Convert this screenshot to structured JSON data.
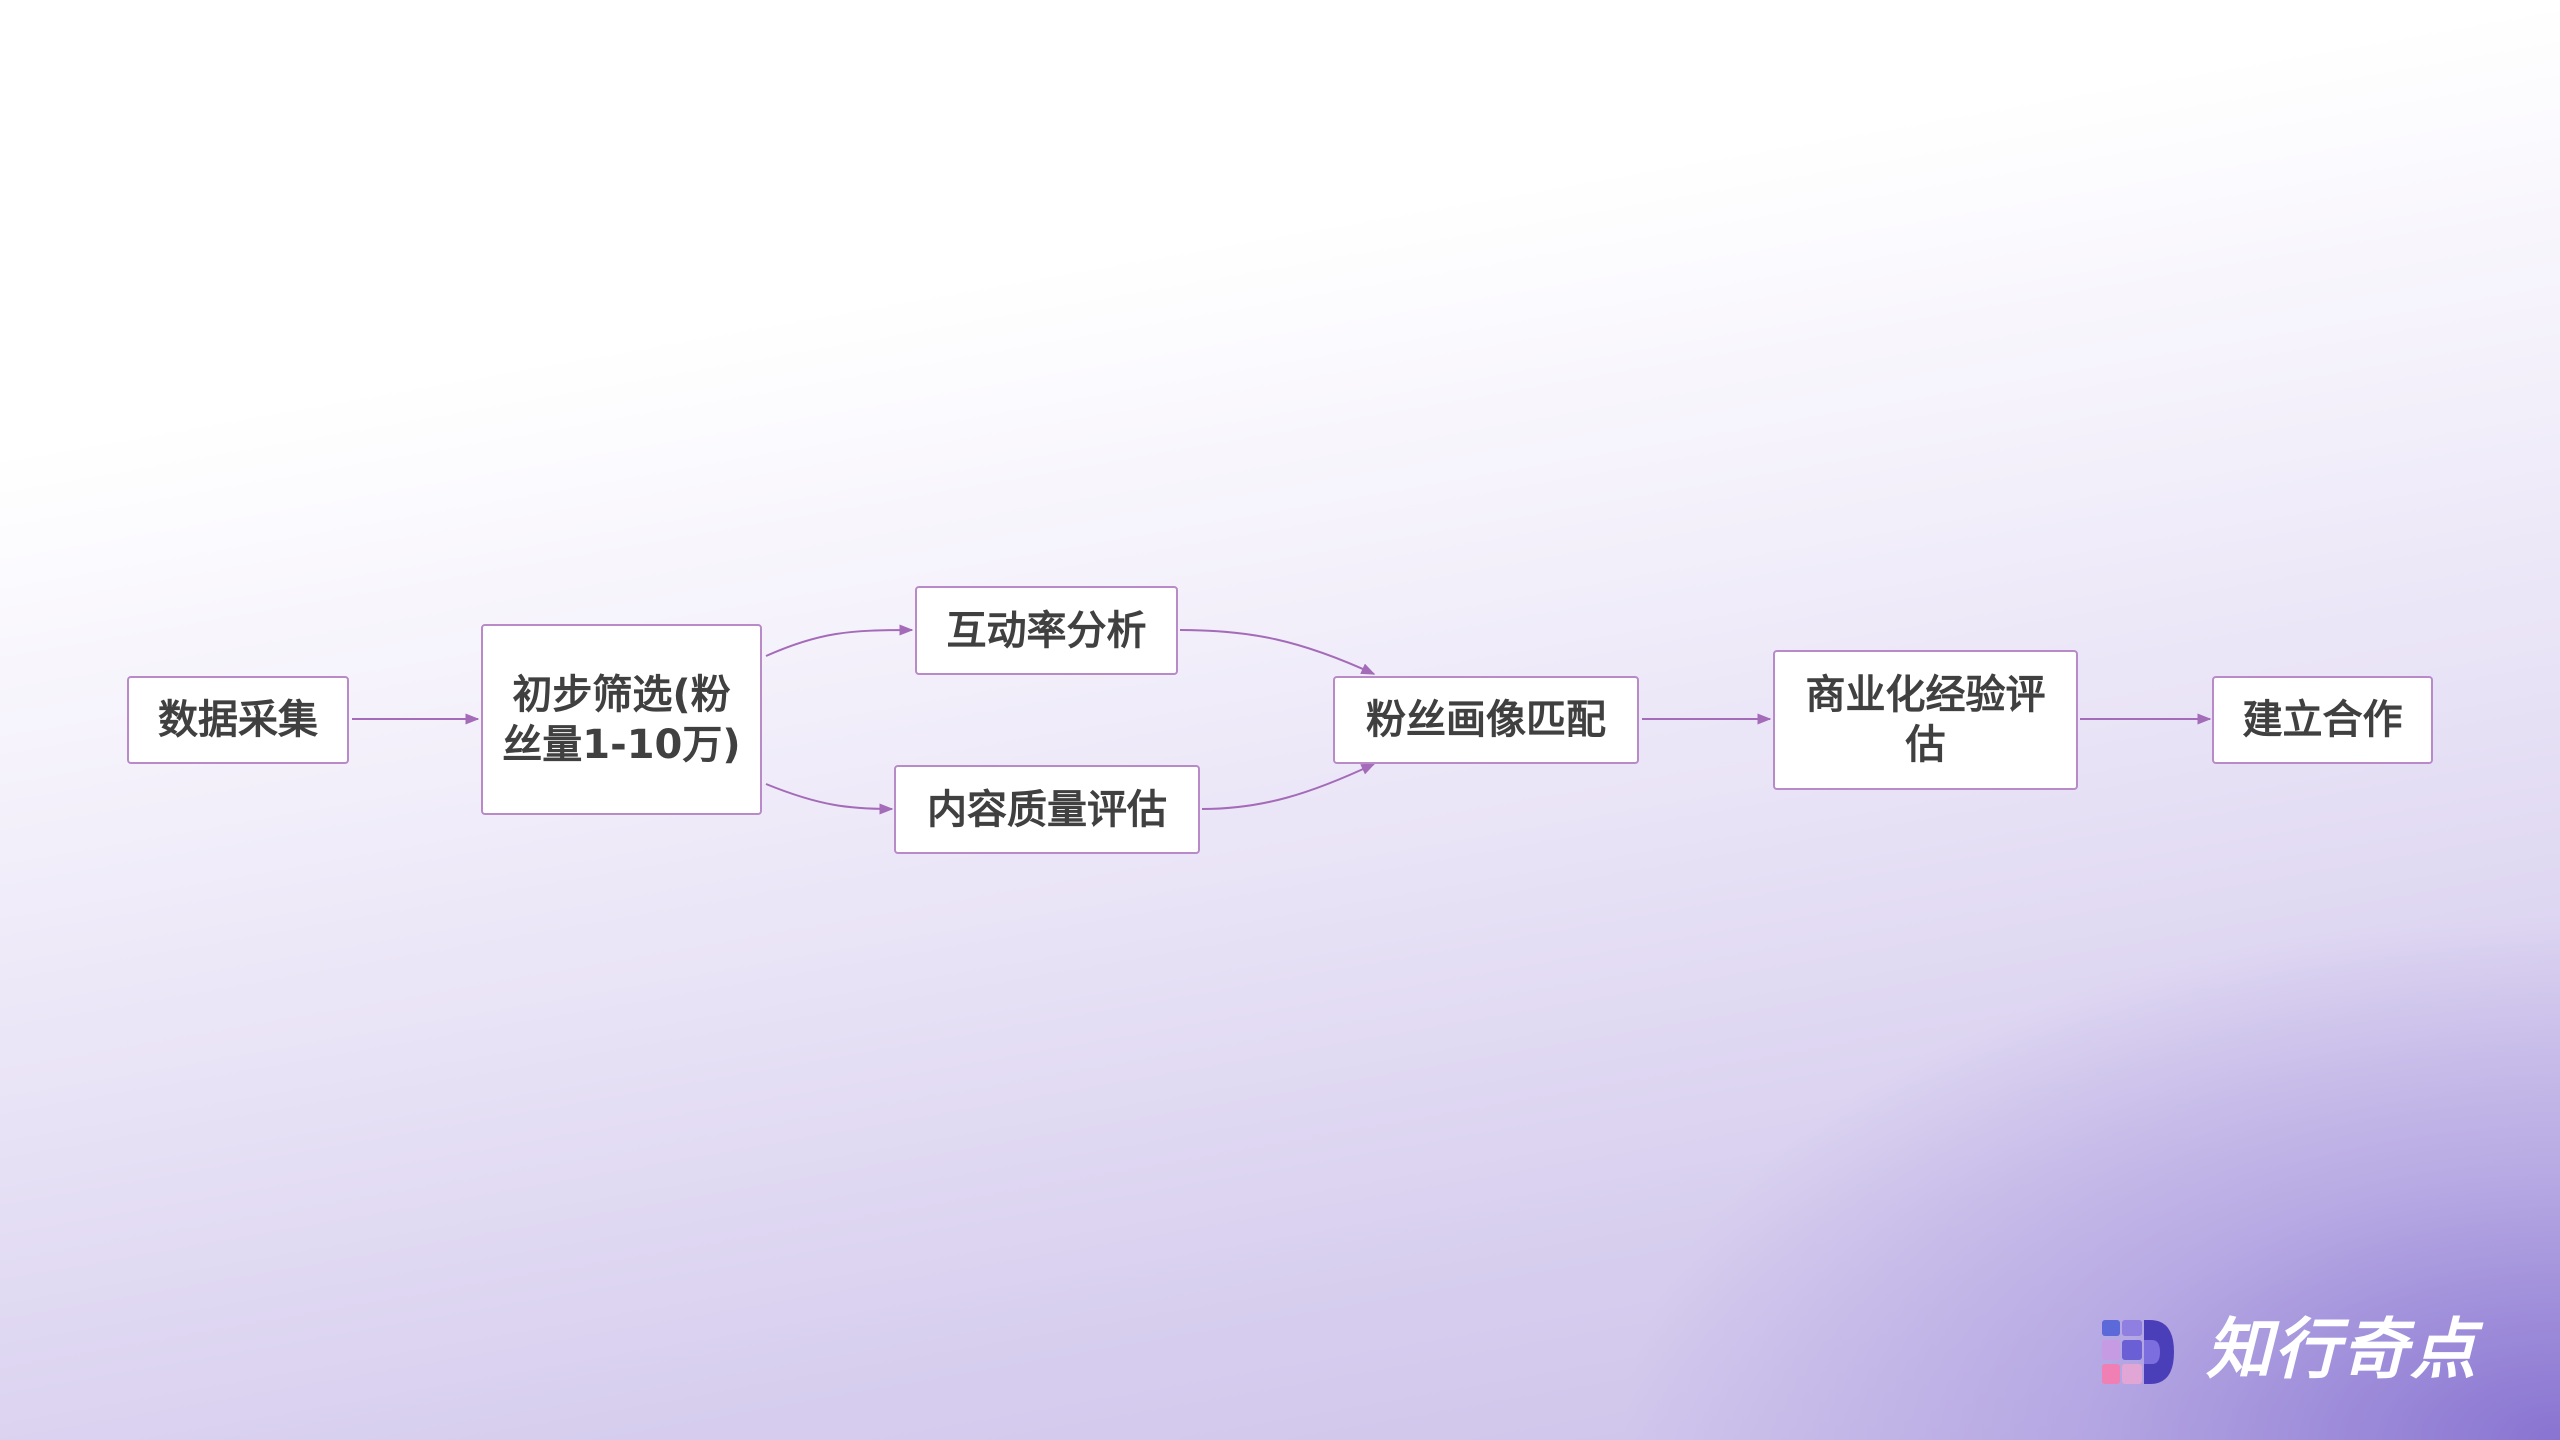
{
  "diagram": {
    "nodes": [
      {
        "id": "data_collection",
        "label": "数据采集"
      },
      {
        "id": "initial_screening",
        "label": "初步筛选(粉丝量1-10万)"
      },
      {
        "id": "engagement_analysis",
        "label": "互动率分析"
      },
      {
        "id": "content_quality",
        "label": "内容质量评估"
      },
      {
        "id": "fan_profile_match",
        "label": "粉丝画像匹配"
      },
      {
        "id": "commercial_experience",
        "label": "商业化经验评估"
      },
      {
        "id": "establish_cooperation",
        "label": "建立合作"
      }
    ],
    "edges": [
      {
        "from": "data_collection",
        "to": "initial_screening"
      },
      {
        "from": "initial_screening",
        "to": "engagement_analysis"
      },
      {
        "from": "initial_screening",
        "to": "content_quality"
      },
      {
        "from": "engagement_analysis",
        "to": "fan_profile_match"
      },
      {
        "from": "content_quality",
        "to": "fan_profile_match"
      },
      {
        "from": "fan_profile_match",
        "to": "commercial_experience"
      },
      {
        "from": "commercial_experience",
        "to": "establish_cooperation"
      }
    ]
  },
  "brand": {
    "name": "知行奇点",
    "icon": "brand-logo-icon"
  },
  "colors": {
    "node_border": "#b98ac8",
    "edge": "#a46bb8",
    "text": "#404040",
    "brand_text": "#ffffff"
  }
}
